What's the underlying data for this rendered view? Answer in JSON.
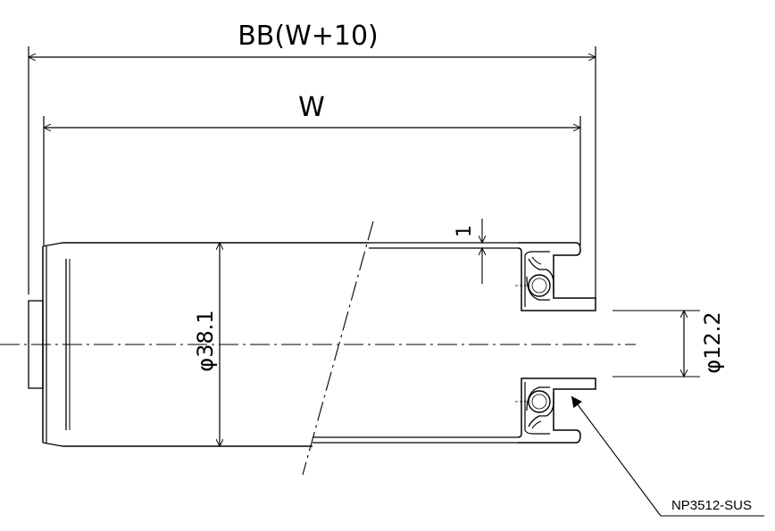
{
  "dimensions": {
    "overall_width_label": "BB(W+10)",
    "inner_width_label": "W",
    "wall_thickness_label": "1",
    "tube_diameter_label": "φ38.1",
    "shaft_diameter_label": "φ12.2"
  },
  "callouts": {
    "bearing_part_number": "NP3512-SUS"
  },
  "colors": {
    "line": "#000000",
    "background": "#ffffff"
  }
}
